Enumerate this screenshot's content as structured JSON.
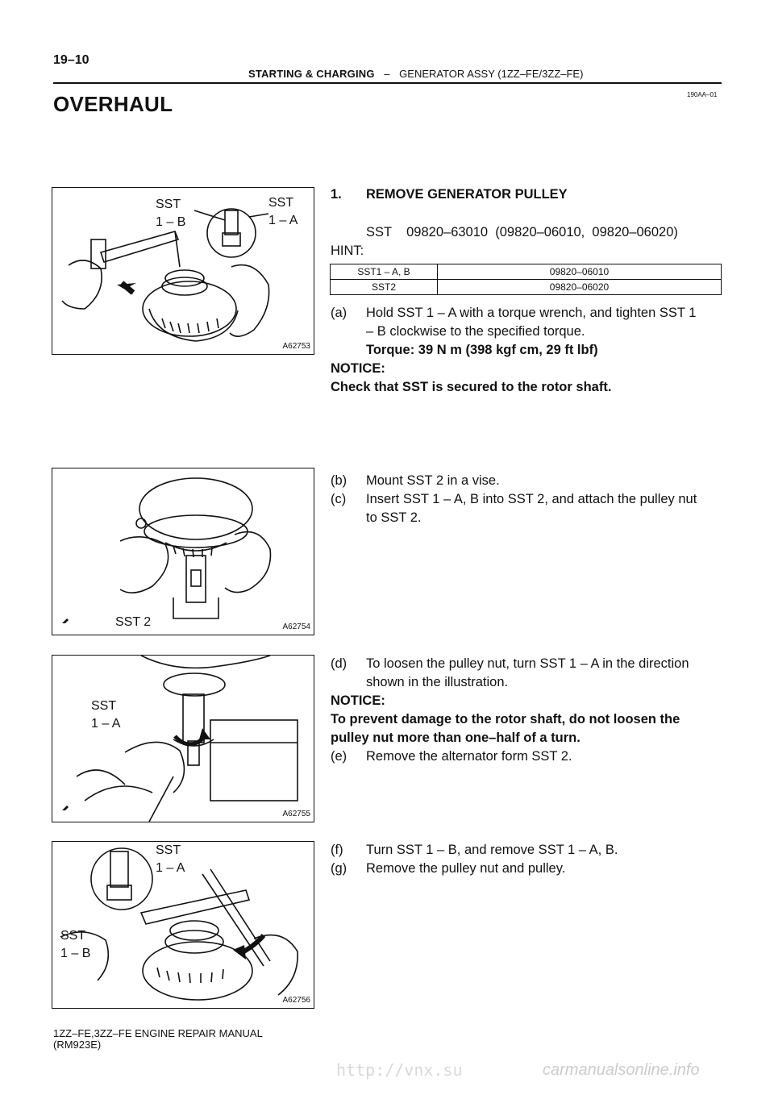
{
  "header": {
    "page_number": "19–10",
    "section": "STARTING & CHARGING",
    "separator": "–",
    "subsection": "GENERATOR ASSY (1ZZ–FE/3ZZ–FE)",
    "ref_code": "190AA–01"
  },
  "title": "OVERHAUL",
  "figures": [
    {
      "code": "A62753",
      "labels": {
        "a": "SST\n1 – B",
        "b": "SST\n1 – A"
      }
    },
    {
      "code": "A62754",
      "labels": {
        "a": "SST 2"
      }
    },
    {
      "code": "A62755",
      "labels": {
        "a": "SST\n1 – A"
      }
    },
    {
      "code": "A62756",
      "labels": {
        "a": "SST\n1 – A",
        "b": "SST\n1 – B"
      }
    }
  ],
  "step1": {
    "num": "1.",
    "heading": "REMOVE GENERATOR PULLEY",
    "sst_line": "SST    09820–63010  (09820–06010,  09820–06020)",
    "hint_label": "HINT:",
    "hint_table": [
      [
        "SST1 – A, B",
        "09820–06010"
      ],
      [
        "SST2",
        "09820–06020"
      ]
    ],
    "a_num": "(a)",
    "a_text": "Hold SST 1 – A with a torque wrench, and tighten SST 1",
    "a_text2": "– B clockwise to the specified torque.",
    "a_torque": "Torque: 39 N m (398 kgf cm, 29 ft lbf)",
    "notice1_label": "NOTICE:",
    "notice1_text": "Check that SST is secured to the rotor shaft.",
    "b_num": "(b)",
    "b_text": "Mount SST 2 in a vise.",
    "c_num": "(c)",
    "c_text": "Insert SST 1 – A, B into SST 2, and attach the pulley nut",
    "c_text2": "to SST 2.",
    "d_num": "(d)",
    "d_text": "To loosen the pulley nut, turn SST 1 – A in the direction",
    "d_text2": "shown in the illustration.",
    "notice2_label": "NOTICE:",
    "notice2_text": "To prevent damage to the rotor shaft, do not loosen the",
    "notice2_text2": "pulley nut more than one–half of a turn.",
    "e_num": "(e)",
    "e_text": "Remove the alternator form SST 2.",
    "f_num": "(f)",
    "f_text": "Turn SST 1 – B, and remove SST 1 – A, B.",
    "g_num": "(g)",
    "g_text": "Remove the pulley nut and pulley."
  },
  "footer": {
    "line1": "1ZZ–FE,3ZZ–FE ENGINE REPAIR MANUAL",
    "line2": "(RM923E)",
    "watermark": "http://vnx.su",
    "watermark2": "carmanualsonline.info"
  }
}
